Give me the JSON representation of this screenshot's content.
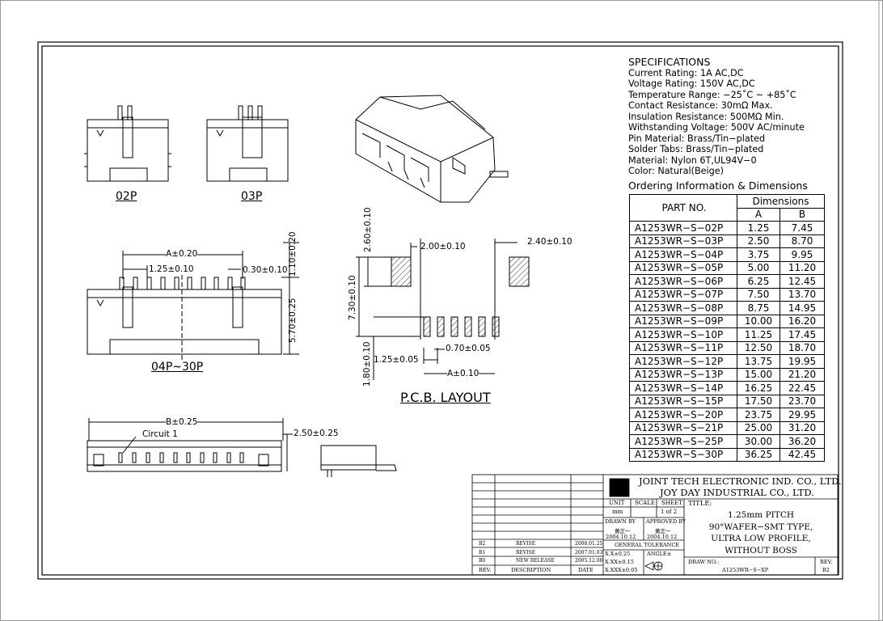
{
  "specifications": {
    "title": "SPECIFICATIONS",
    "lines": [
      "Current Rating: 1A AC,DC",
      "Voltage Rating: 150V AC,DC",
      "Temperature Range: −25˚C ~ +85˚C",
      "Contact Resistance: 30mΩ Max.",
      "Insulation Resistance: 500MΩ Min.",
      "Withstanding Voltage: 500V AC/minute",
      "Pin Material: Brass/Tin−plated",
      "Solder Tabs: Brass/Tin−plated",
      "Material: Nylon 6T,UL94V−0",
      "Color: Natural(Beige)"
    ]
  },
  "ordering": {
    "title": "Ordering Information & Dimensions",
    "col_part": "PART NO.",
    "col_dims": "Dimensions",
    "col_a": "A",
    "col_b": "B",
    "rows": [
      {
        "part": "A1253WR−S−02P",
        "a": "1.25",
        "b": "7.45"
      },
      {
        "part": "A1253WR−S−03P",
        "a": "2.50",
        "b": "8.70"
      },
      {
        "part": "A1253WR−S−04P",
        "a": "3.75",
        "b": "9.95"
      },
      {
        "part": "A1253WR−S−05P",
        "a": "5.00",
        "b": "11.20"
      },
      {
        "part": "A1253WR−S−06P",
        "a": "6.25",
        "b": "12.45"
      },
      {
        "part": "A1253WR−S−07P",
        "a": "7.50",
        "b": "13.70"
      },
      {
        "part": "A1253WR−S−08P",
        "a": "8.75",
        "b": "14.95"
      },
      {
        "part": "A1253WR−S−09P",
        "a": "10.00",
        "b": "16.20"
      },
      {
        "part": "A1253WR−S−10P",
        "a": "11.25",
        "b": "17.45"
      },
      {
        "part": "A1253WR−S−11P",
        "a": "12.50",
        "b": "18.70"
      },
      {
        "part": "A1253WR−S−12P",
        "a": "13.75",
        "b": "19.95"
      },
      {
        "part": "A1253WR−S−13P",
        "a": "15.00",
        "b": "21.20"
      },
      {
        "part": "A1253WR−S−14P",
        "a": "16.25",
        "b": "22.45"
      },
      {
        "part": "A1253WR−S−15P",
        "a": "17.50",
        "b": "23.70"
      },
      {
        "part": "A1253WR−S−20P",
        "a": "23.75",
        "b": "29.95"
      },
      {
        "part": "A1253WR−S−21P",
        "a": "25.00",
        "b": "31.20"
      },
      {
        "part": "A1253WR−S−25P",
        "a": "30.00",
        "b": "36.20"
      },
      {
        "part": "A1253WR−S−30P",
        "a": "36.25",
        "b": "42.45"
      }
    ]
  },
  "views": {
    "p02": "02P",
    "p03": "03P",
    "p04_30": "04P~30P",
    "pcb": "P.C.B. LAYOUT",
    "circuit": "Circuit 1"
  },
  "dimensions": {
    "a020": "A±0.20",
    "pitch": "1.25±0.10",
    "pin_w": "0.30±0.10",
    "h110": "1.10±0.20",
    "h570": "5.70±0.25",
    "b025": "B±0.25",
    "h250": "2.50±0.25",
    "p260": "2.60±0.10",
    "p200": "2.00±0.10",
    "p240": "2.40±0.10",
    "p730": "7.30±0.10",
    "p070": "0.70±0.05",
    "p125": "1.25±0.05",
    "p180": "1.80±0.10",
    "pa010": "A±0.10"
  },
  "title_block": {
    "company1": "JOINT TECH ELECTRONIC IND. CO., LTD.",
    "company2": "JOY DAY INDUSTRIAL CO., LTD.",
    "unit_label": "UNIT",
    "unit_value": "mm",
    "scale_label": "SCALE",
    "sheet_label": "SHEET",
    "sheet_value": "1 of 2",
    "title_label": "TITLE:",
    "title_lines": [
      "1.25mm PITCH",
      "90°WAFER−SMT TYPE,",
      "ULTRA LOW PROFILE,",
      "WITHOUT BOSS"
    ],
    "drawn_by": "DRAWN BY",
    "approved_by": "APPROVED BY",
    "drawn_name": "黄正一",
    "approved_name": "黄正一",
    "drawn_date": "2004.10.12",
    "approved_date": "2004.10.12",
    "general_tol": "GENERAL TOLERANCE",
    "tol1": "X.X±0.25",
    "tol2": "X.XX±0.15",
    "tol3": "X.XXX±0.05",
    "angle": "ANGLE±",
    "draw_no_label": "DRAW NO.:",
    "draw_no": "A1253WR−S−XP",
    "rev_label": "REV.",
    "rev_value": "B2",
    "revisions": [
      {
        "rev": "B2",
        "desc": "REVISE",
        "date": "2008.01.25"
      },
      {
        "rev": "B1",
        "desc": "REVISE",
        "date": "2007.01.03"
      },
      {
        "rev": "B0",
        "desc": "NEW RELEASE",
        "date": "2005.12.08"
      }
    ],
    "rev_head": "REV.",
    "desc_head": "DESCRIPTION",
    "date_head": "DATE"
  }
}
